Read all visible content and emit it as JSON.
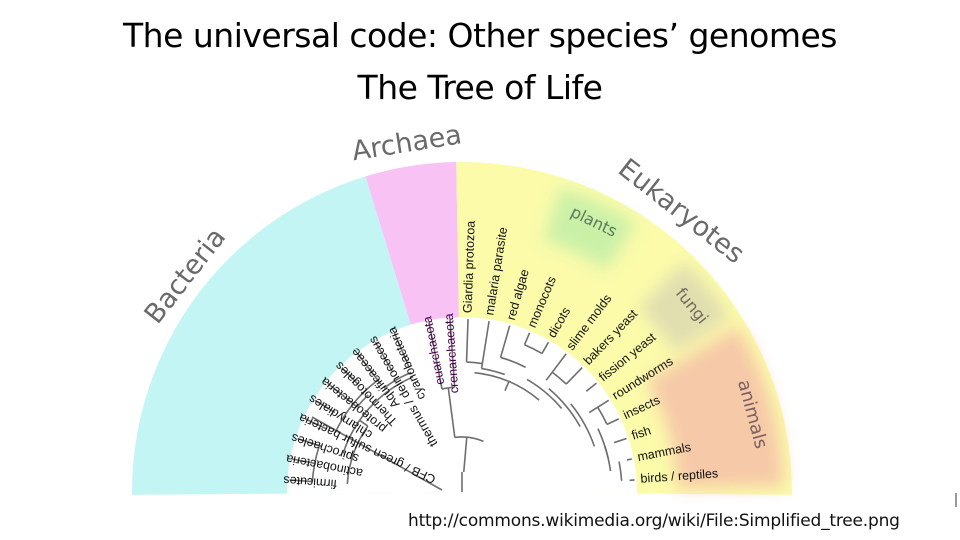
{
  "slide": {
    "title_line1": "The universal code: Other species’ genomes",
    "title_line2": "The Tree of Life",
    "citation": "http://commons.wikimedia.org/wiki/File:Simplified_tree.png"
  },
  "tree": {
    "domains": [
      {
        "name": "Bacteria",
        "color": "#c4f5f5"
      },
      {
        "name": "Archaea",
        "color": "#f9c2f5"
      },
      {
        "name": "Eukaryotes",
        "color": "#fbfbaa"
      }
    ],
    "subgroups": [
      {
        "name": "plants",
        "color": "#c8f0a8"
      },
      {
        "name": "fungi",
        "color": "#e0ddb0"
      },
      {
        "name": "animals",
        "color": "#f6c7a8"
      }
    ],
    "leaves": [
      {
        "label": "firmicutes",
        "domain": "Bacteria"
      },
      {
        "label": "actinobacteria",
        "domain": "Bacteria"
      },
      {
        "label": "spirochaeles",
        "domain": "Bacteria"
      },
      {
        "label": "CFB / green sulfur bacteria",
        "domain": "Bacteria"
      },
      {
        "label": "chlamydiales",
        "domain": "Bacteria"
      },
      {
        "label": "proteobacteria",
        "domain": "Bacteria"
      },
      {
        "label": "Thermotogales",
        "domain": "Bacteria"
      },
      {
        "label": "Aquificaceae",
        "domain": "Bacteria"
      },
      {
        "label": "thermus / deinococcus",
        "domain": "Bacteria"
      },
      {
        "label": "cyanobacteria",
        "domain": "Bacteria"
      },
      {
        "label": "euarchaeota",
        "domain": "Archaea"
      },
      {
        "label": "crenarchaeota",
        "domain": "Archaea"
      },
      {
        "label": "Giardia protozoa",
        "domain": "Eukaryotes"
      },
      {
        "label": "malaria parasite",
        "domain": "Eukaryotes"
      },
      {
        "label": "red algae",
        "domain": "Eukaryotes"
      },
      {
        "label": "monocots",
        "domain": "Eukaryotes"
      },
      {
        "label": "dicots",
        "domain": "Eukaryotes"
      },
      {
        "label": "slime molds",
        "domain": "Eukaryotes"
      },
      {
        "label": "bakers yeast",
        "domain": "Eukaryotes"
      },
      {
        "label": "fission yeast",
        "domain": "Eukaryotes"
      },
      {
        "label": "roundworms",
        "domain": "Eukaryotes"
      },
      {
        "label": "insects",
        "domain": "Eukaryotes"
      },
      {
        "label": "fish",
        "domain": "Eukaryotes"
      },
      {
        "label": "mammals",
        "domain": "Eukaryotes"
      },
      {
        "label": "birds / reptiles",
        "domain": "Eukaryotes"
      }
    ]
  }
}
